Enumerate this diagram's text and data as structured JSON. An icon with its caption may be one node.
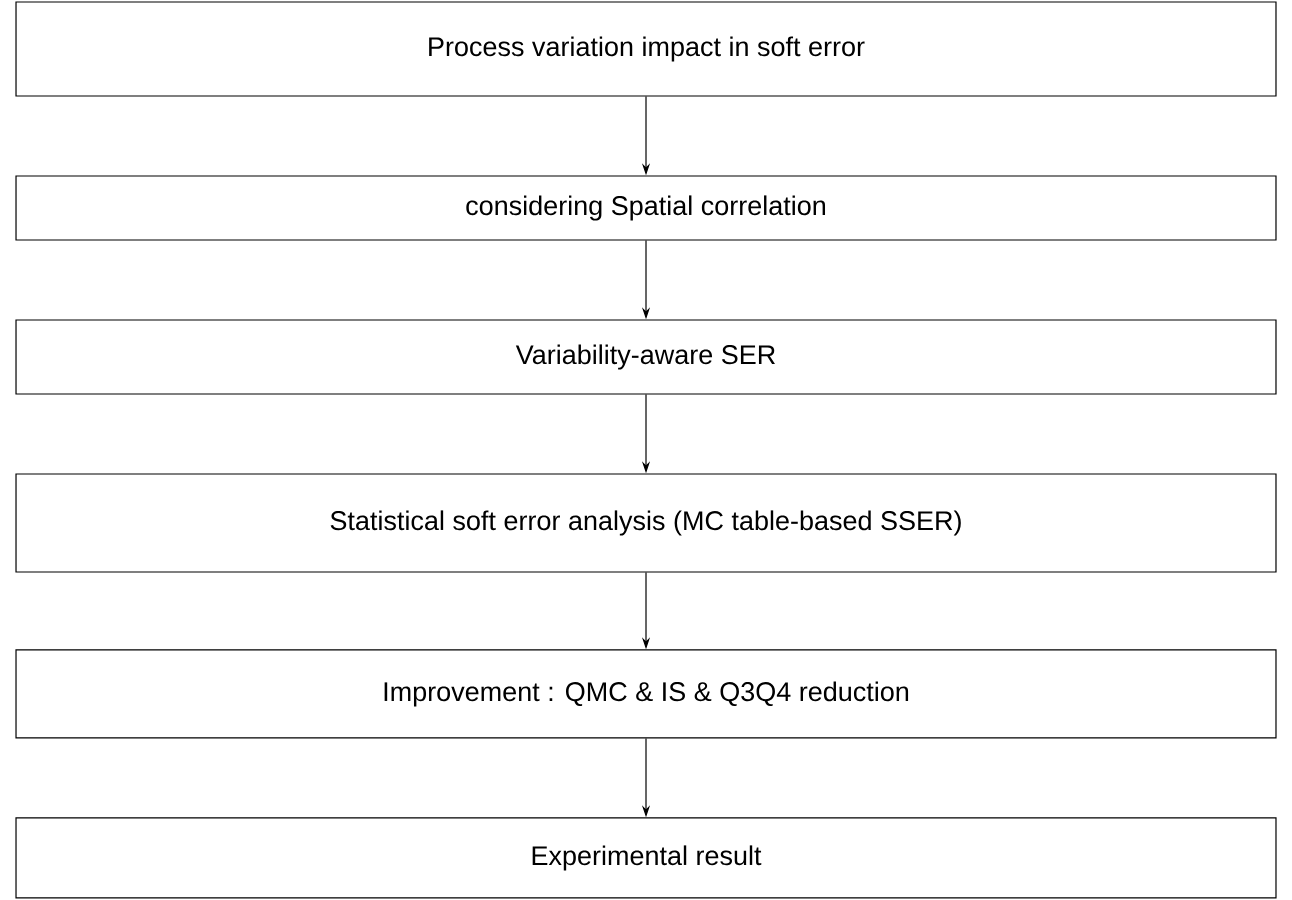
{
  "diagram": {
    "nodes": [
      {
        "text": [
          "Process variation impact in soft error"
        ]
      },
      {
        "text": [
          "considering Spatial correlation"
        ]
      },
      {
        "text": [
          "Variability-aware SER"
        ]
      },
      {
        "text": [
          "Statistical soft error analysis (MC table-based SSER)"
        ]
      },
      {
        "text": [
          "Improvement : QMC & IS & Q3Q4 reduction"
        ]
      },
      {
        "text": [
          "Experimental result"
        ]
      }
    ],
    "edges": [
      {
        "from": 0,
        "to": 1,
        "arrow": "to"
      },
      {
        "from": 1,
        "to": 2,
        "arrow": "to"
      },
      {
        "from": 2,
        "to": 3,
        "arrow": "to"
      },
      {
        "from": 3,
        "to": 4,
        "arrow": "to"
      },
      {
        "from": 4,
        "to": 5,
        "arrow": "to"
      }
    ]
  }
}
